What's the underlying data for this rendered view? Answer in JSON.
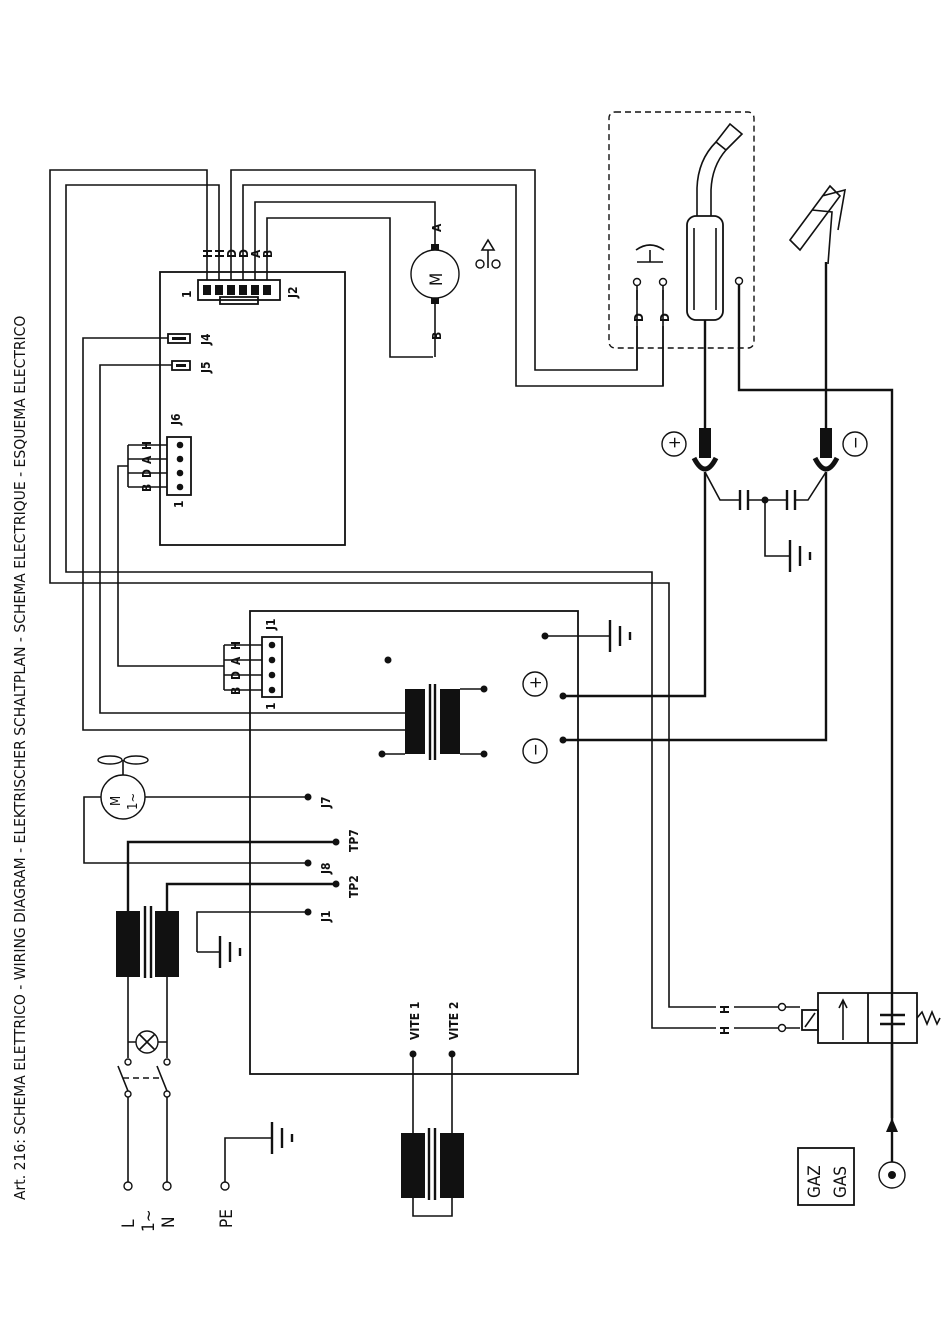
{
  "title": "Art. 216: SCHEMA ELETTRICO - WIRING DIAGRAM - ELEKTRISCHER SCHALTPLAN - SCHEMA ELECTRIQUE - ESQUEMA ELECTRICO",
  "supply": {
    "l": "L",
    "phase": "1~",
    "n": "N",
    "pe": "PE"
  },
  "control_board": {
    "j2_label": "J2",
    "j2_pin1": "1",
    "j2_pins": [
      "H",
      "H",
      "D",
      "D",
      "A",
      "B"
    ],
    "j4_label": "J4",
    "j5_label": "J5",
    "j6_label": "J6",
    "j6_pin1": "1",
    "j6_pins": [
      "H",
      "A",
      "D",
      "B"
    ]
  },
  "motor": {
    "symbol": "M",
    "pin_a": "A",
    "pin_b": "B"
  },
  "torch": {
    "pin_d1": "D",
    "pin_d2": "D"
  },
  "power_board": {
    "j1_label": "J1",
    "j1_pin1": "1",
    "j1_pins": [
      "H",
      "A",
      "D",
      "B"
    ],
    "plus": "+",
    "minus": "−",
    "j7": "J7",
    "tp7": "TP7",
    "j8": "J8",
    "tp2": "TP2",
    "j1b": "J1",
    "vite1": "VITE 1",
    "vite2": "VITE 2"
  },
  "fan": {
    "symbol": "M",
    "phase": "1~"
  },
  "terminals": {
    "plus": "+",
    "minus": "−"
  },
  "valve": {
    "h1": "H",
    "h2": "H"
  },
  "gas": {
    "gaz": "GAZ",
    "gas": "GAS"
  }
}
